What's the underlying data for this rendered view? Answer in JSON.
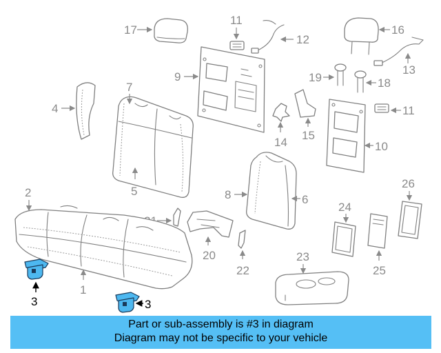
{
  "diagram": {
    "highlighted_part": "3",
    "callouts": [
      "1",
      "2",
      "3",
      "4",
      "5",
      "6",
      "7",
      "8",
      "9",
      "10",
      "11",
      "12",
      "13",
      "14",
      "15",
      "16",
      "17",
      "18",
      "19",
      "20",
      "21",
      "22",
      "23",
      "24",
      "25",
      "26"
    ],
    "colors": {
      "highlight": "#4db8f0",
      "banner": "#55bff5",
      "line": "#7e7e7e",
      "label": "#8a8a8a"
    }
  },
  "banner": {
    "line1": "Part or sub-assembly is #3 in diagram",
    "line2": "Diagram may not be specific to your vehicle"
  }
}
